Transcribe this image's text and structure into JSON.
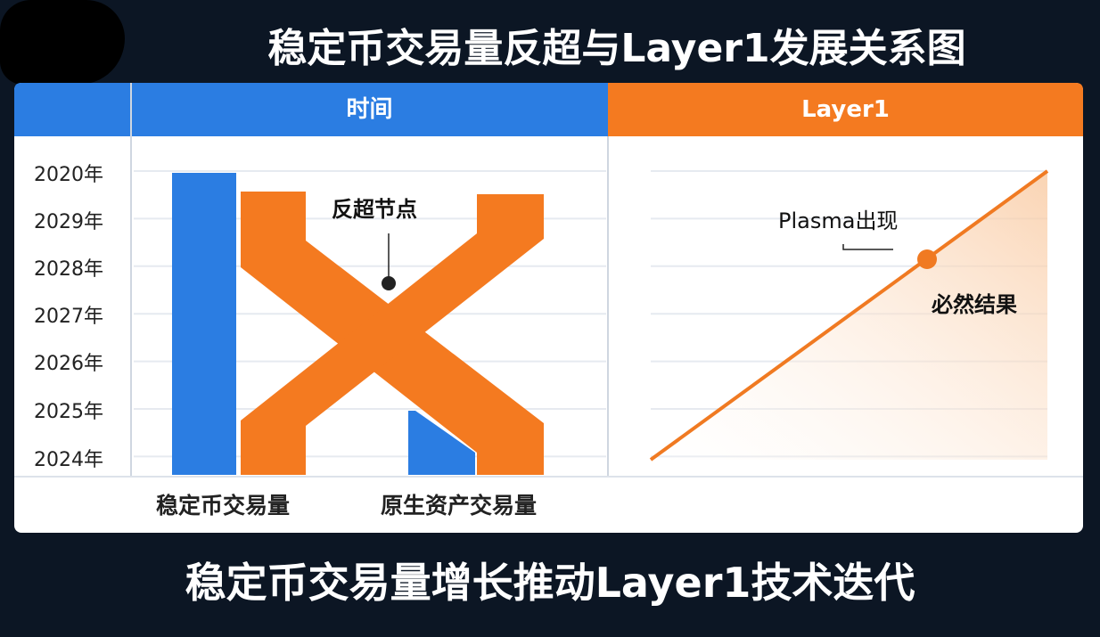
{
  "title": "稳定币交易量反超与Layer1发展关系图",
  "subtitle": "稳定币交易量增长推动Layer1技术迭代",
  "colors": {
    "blue": "#2b7de2",
    "orange": "#f47a20",
    "background": "#0c1624"
  },
  "chart_data": [
    {
      "type": "bar",
      "header": "时间",
      "y_tick_labels": [
        "2020年",
        "2029年",
        "2028年",
        "2027年",
        "2026年",
        "2025年",
        "2024年"
      ],
      "categories": [
        "稳定币交易量",
        "原生资产交易量"
      ],
      "series": [
        {
          "name": "稳定币交易量",
          "top_tick": "2020年",
          "bottom_tick": "2024年"
        },
        {
          "name": "原生资产交易量",
          "top_tick": "2025年",
          "bottom_tick": "2024年"
        }
      ],
      "crossover_shape": "X",
      "annotations": [
        {
          "text": "反超节点",
          "at_tick": "2027年"
        }
      ]
    },
    {
      "type": "line",
      "header": "Layer1",
      "trend": "linear-increasing",
      "annotations": [
        {
          "text": "Plasma出现",
          "role": "marker-label"
        },
        {
          "text": "必然结果",
          "role": "marker-label"
        }
      ]
    }
  ]
}
